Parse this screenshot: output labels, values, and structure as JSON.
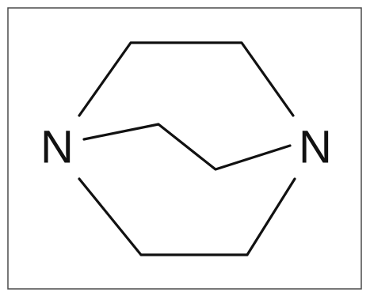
{
  "molecule": {
    "atoms": [
      {
        "id": "n-left",
        "element": "N"
      },
      {
        "id": "n-right",
        "element": "N"
      }
    ],
    "bonds": [
      {
        "from": "n-left",
        "to": "c-top-left",
        "order": 1
      },
      {
        "from": "c-top-left",
        "to": "c-top-right",
        "order": 1
      },
      {
        "from": "c-top-right",
        "to": "n-right",
        "order": 1
      },
      {
        "from": "n-left",
        "to": "c-bottom-left",
        "order": 1
      },
      {
        "from": "c-bottom-left",
        "to": "c-bottom-right",
        "order": 1
      },
      {
        "from": "c-bottom-right",
        "to": "n-right",
        "order": 1
      },
      {
        "from": "n-left",
        "to": "c-bridge-left",
        "order": 1
      },
      {
        "from": "c-bridge-left",
        "to": "c-bridge-right",
        "order": 1
      },
      {
        "from": "c-bridge-right",
        "to": "n-right",
        "order": 1
      }
    ]
  }
}
